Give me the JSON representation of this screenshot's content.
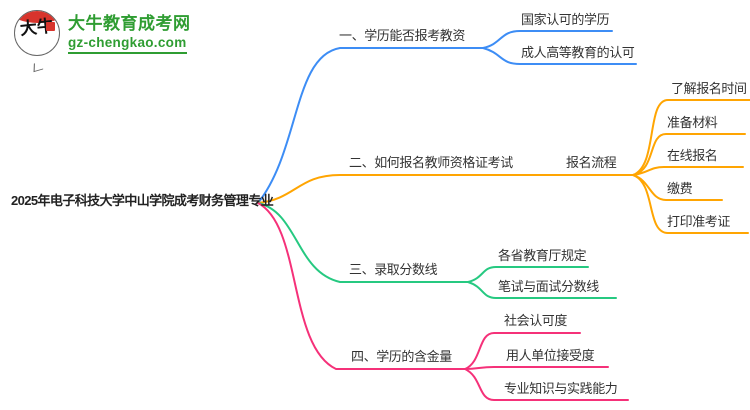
{
  "logo": {
    "icon_text": "大牛",
    "site_name": "大牛教育成考网",
    "site_url": "gz-chengkao.com",
    "brand_green": "#2f9d32",
    "brand_red": "#d8342c"
  },
  "mindmap": {
    "root_label": "2025年电子科技大学中山学院成考财务管理专业",
    "text_color": "#333333",
    "branch1": {
      "label": "一、学历能否报考教资",
      "color": "#3d8df5",
      "children": [
        "国家认可的学历",
        "成人高等教育的认可"
      ]
    },
    "branch2": {
      "label": "二、如何报名教师资格证考试",
      "gateway": "报名流程",
      "color": "#ffa502",
      "children": [
        "了解报名时间",
        "准备材料",
        "在线报名",
        "缴费",
        "打印准考证"
      ]
    },
    "branch3": {
      "label": "三、录取分数线",
      "color": "#26c981",
      "children": [
        "各省教育厅规定",
        "笔试与面试分数线"
      ]
    },
    "branch4": {
      "label": "四、学历的含金量",
      "color": "#f53179",
      "children": [
        "社会认可度",
        "用人单位接受度",
        "专业知识与实践能力"
      ]
    }
  }
}
